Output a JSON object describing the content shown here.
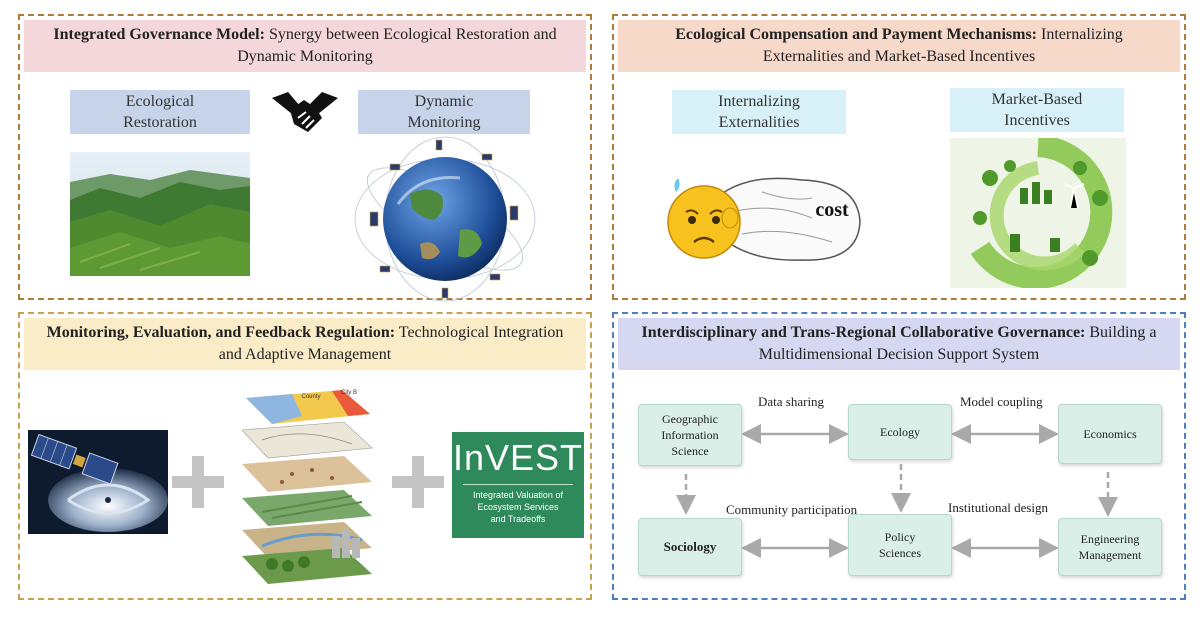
{
  "panels": {
    "governance": {
      "title_bold": "Integrated Governance Model:",
      "title_rest": " Synergy between Ecological Restoration and Dynamic Monitoring",
      "left_label": "Ecological Restoration",
      "right_label": "Dynamic Monitoring"
    },
    "compensation": {
      "title_bold": "Ecological Compensation and Payment Mechanisms:",
      "title_rest": " Internalizing Externalities and Market-Based Incentives",
      "left_label": "Internalizing Externalities",
      "right_label": "Market-Based Incentives",
      "bag_text": "cost"
    },
    "monitoring": {
      "title_bold": "Monitoring, Evaluation, and Feedback Regulation:",
      "title_rest": " Technological Integration and Adaptive Management",
      "map_label_1": "County",
      "map_label_2": "City B",
      "invest_title": "InVEST",
      "invest_subtitle_1": "Integrated Valuation of",
      "invest_subtitle_2": "Ecosystem Services",
      "invest_subtitle_3": "and Tradeoffs"
    },
    "collaborative": {
      "title_bold": "Interdisciplinary and Trans-Regional Collaborative Governance:",
      "title_rest": " Building a Multidimensional Decision Support System",
      "nodes": {
        "gis": "Geographic Information Science",
        "ecology": "Ecology",
        "economics": "Economics",
        "sociology": "Sociology",
        "policy": "Policy Sciences",
        "engineering": "Engineering Management"
      },
      "edges": {
        "data_sharing": "Data sharing",
        "model_coupling": "Model coupling",
        "community": "Community participation",
        "institutional": "Institutional design"
      }
    }
  },
  "colors": {
    "arrow": "#a9a9a9",
    "node_fill": "#d9efe8"
  }
}
